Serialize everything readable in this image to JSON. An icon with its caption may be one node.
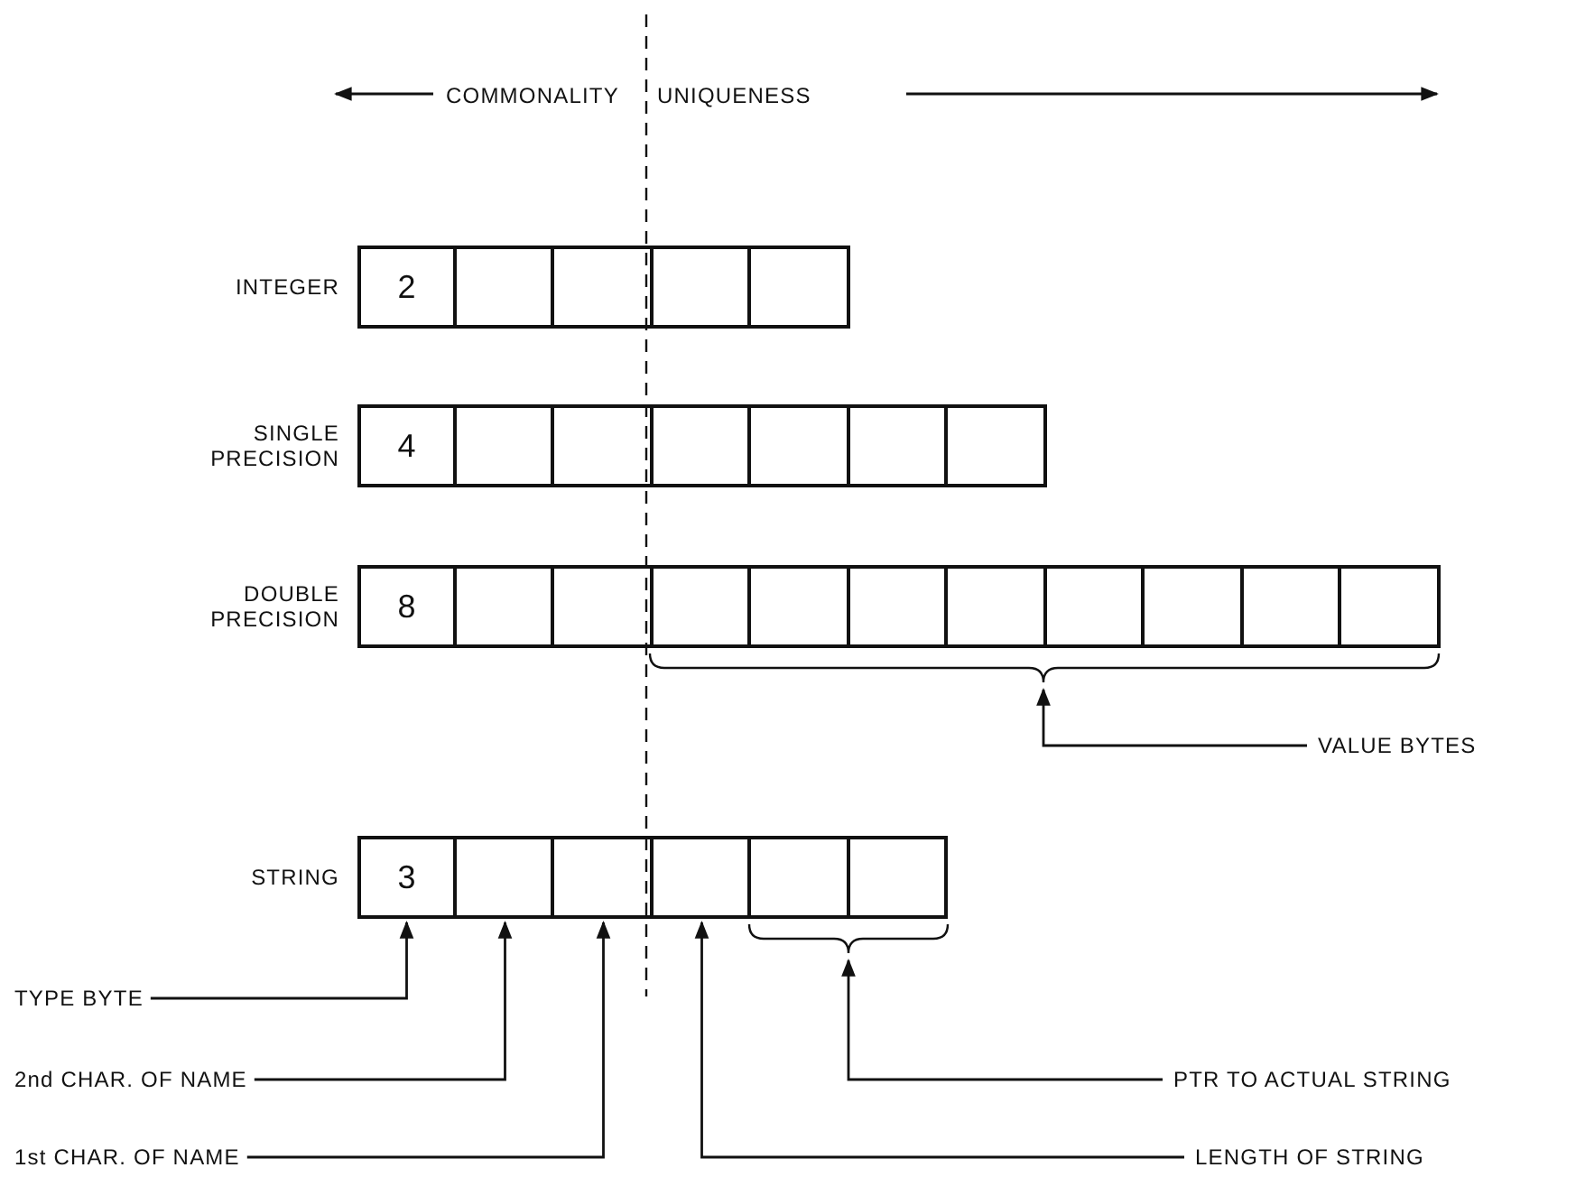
{
  "diagram": {
    "nodes": [
      {
        "text": [
          "INTEGER"
        ]
      },
      {
        "text": [
          "2"
        ],
        "in": 0
      },
      {
        "text": [],
        "shape": "box",
        "in": 0
      },
      {
        "text": [],
        "shape": "box",
        "in": 0
      },
      {
        "text": [],
        "shape": "box",
        "in": 0
      },
      {
        "text": [],
        "shape": "box",
        "in": 0
      },
      {
        "text": [
          "SINGLE PRECISION"
        ]
      },
      {
        "text": [
          "4"
        ],
        "in": 6
      },
      {
        "text": [],
        "shape": "box",
        "in": 6
      },
      {
        "text": [],
        "shape": "box",
        "in": 6
      },
      {
        "text": [],
        "shape": "box",
        "in": 6
      },
      {
        "text": [],
        "shape": "box",
        "in": 6
      },
      {
        "text": [],
        "shape": "box",
        "in": 6
      },
      {
        "text": [],
        "shape": "box",
        "in": 6
      },
      {
        "text": [
          "DOUBLE PRECISION"
        ]
      },
      {
        "text": [
          "8"
        ],
        "in": 14
      },
      {
        "text": [],
        "shape": "box",
        "in": 14
      },
      {
        "text": [],
        "shape": "box",
        "in": 14
      },
      {
        "text": [],
        "shape": "box",
        "in": 14
      },
      {
        "text": [],
        "shape": "box",
        "in": 14
      },
      {
        "text": [],
        "shape": "box",
        "in": 14
      },
      {
        "text": [],
        "shape": "box",
        "in": 14
      },
      {
        "text": [],
        "shape": "box",
        "in": 14
      },
      {
        "text": [],
        "shape": "box",
        "in": 14
      },
      {
        "text": [],
        "shape": "box",
        "in": 14
      },
      {
        "text": [],
        "shape": "box",
        "in": 14
      },
      {
        "text": [
          "STRING"
        ]
      },
      {
        "text": [
          "3"
        ],
        "in": 26
      },
      {
        "text": [],
        "shape": "box",
        "in": 26
      },
      {
        "text": [],
        "shape": "box",
        "in": 26
      },
      {
        "text": [],
        "shape": "box",
        "in": 26
      },
      {
        "text": [],
        "shape": "box",
        "in": 26
      },
      {
        "text": [],
        "shape": "box",
        "in": 26
      },
      {
        "text": [
          "TYPE BYTE"
        ]
      },
      {
        "text": [
          "2nd CHAR. OF NAME"
        ]
      },
      {
        "text": [
          "1st CHAR. OF NAME"
        ]
      },
      {
        "text": [
          "VALUE BYTES"
        ]
      },
      {
        "text": [
          "PTR TO ACTUAL STRING"
        ]
      },
      {
        "text": [
          "LENGTH OF STRING"
        ]
      },
      {
        "text": [],
        "shape": "bracket"
      },
      {
        "text": [],
        "shape": "bracket"
      }
    ],
    "edges": [
      {
        "from": 33,
        "to": 27,
        "arrow": "to"
      },
      {
        "from": 34,
        "to": 28,
        "arrow": "to"
      },
      {
        "from": 35,
        "to": 29,
        "arrow": "to"
      },
      {
        "from": 36,
        "to": 39,
        "arrow": "to"
      },
      {
        "from": 37,
        "to": 40,
        "arrow": "to"
      },
      {
        "from": 38,
        "to": 30,
        "arrow": "to"
      }
    ],
    "labels": [
      "COMMONALITY",
      "UNIQUENESS"
    ]
  }
}
